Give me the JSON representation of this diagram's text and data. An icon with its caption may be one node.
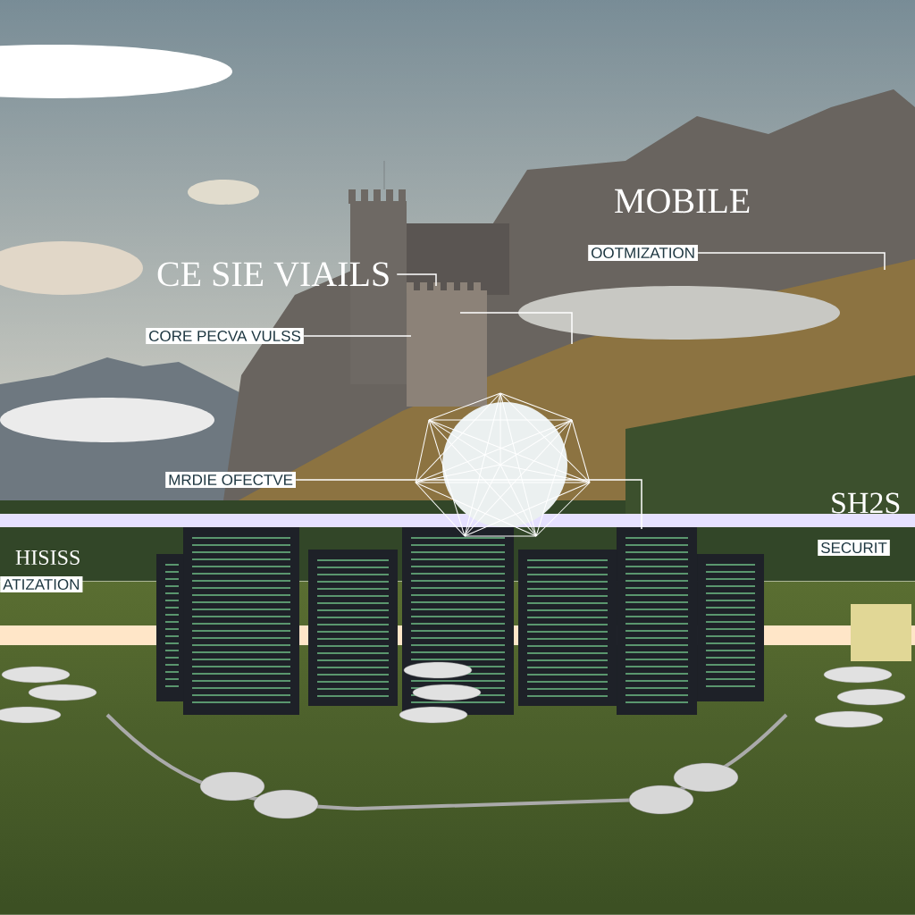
{
  "diagram": {
    "nodes": [
      {
        "text": [
          "CE SIE VIAILS"
        ]
      },
      {
        "text": [
          "CORE PECVA VULSS"
        ]
      },
      {
        "text": [
          "OOTMIZATION"
        ]
      },
      {
        "text": [
          "MRDIE OFECTVE"
        ]
      }
    ],
    "edges": [
      {
        "from": 0,
        "to": null,
        "arrow": "none"
      },
      {
        "from": 1,
        "to": null,
        "arrow": "none"
      },
      {
        "from": 2,
        "to": null,
        "arrow": "none"
      },
      {
        "from": 3,
        "to": null,
        "arrow": "none"
      }
    ],
    "labels": [
      "MOBILE",
      "SH2S",
      "SECURIT",
      "HISISS",
      "ATIZATION"
    ]
  }
}
